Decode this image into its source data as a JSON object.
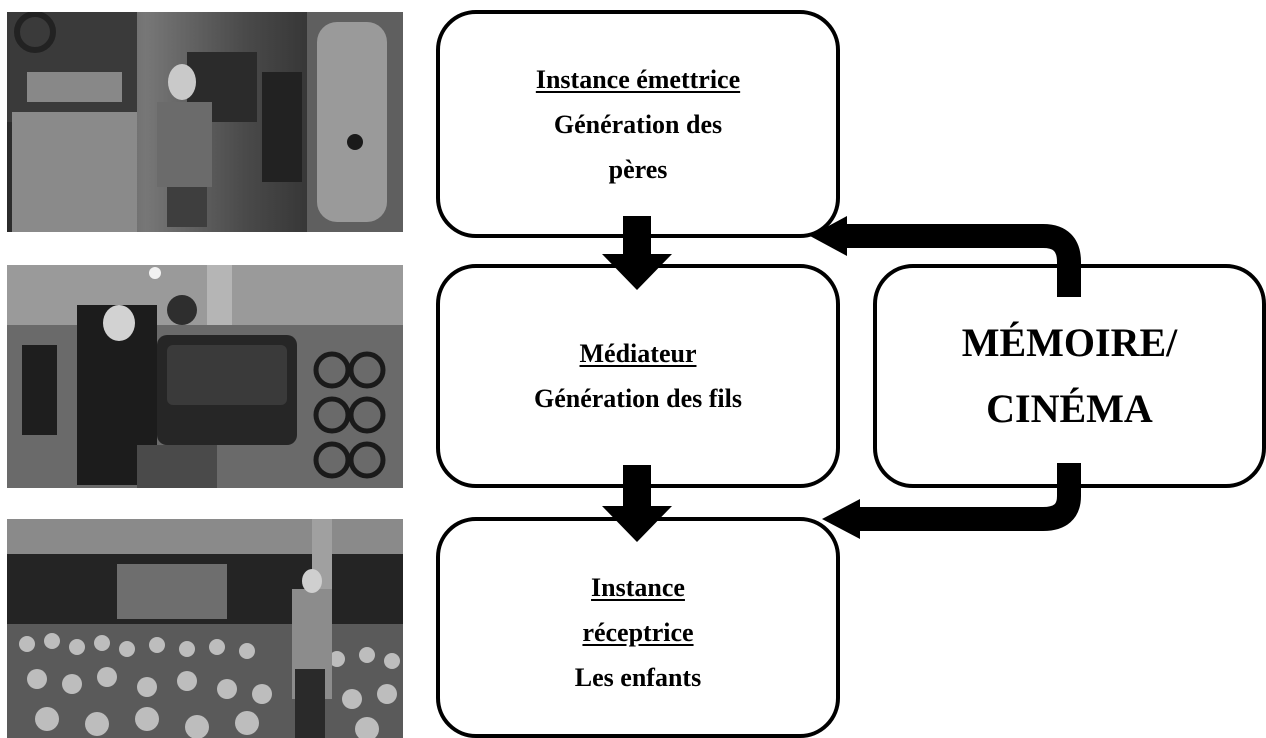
{
  "diagram": {
    "box_emettrice": {
      "title": "Instance émettrice",
      "line2": "Génération des",
      "line3": "pères"
    },
    "box_mediateur": {
      "title": "Médiateur",
      "line2": "Génération des fils"
    },
    "box_receptrice": {
      "title_line1": "Instance",
      "title_line2": "réceptrice",
      "line3": "Les enfants"
    },
    "box_memoire": {
      "line1": "MÉMOIRE/",
      "line2": "CINÉMA"
    }
  }
}
